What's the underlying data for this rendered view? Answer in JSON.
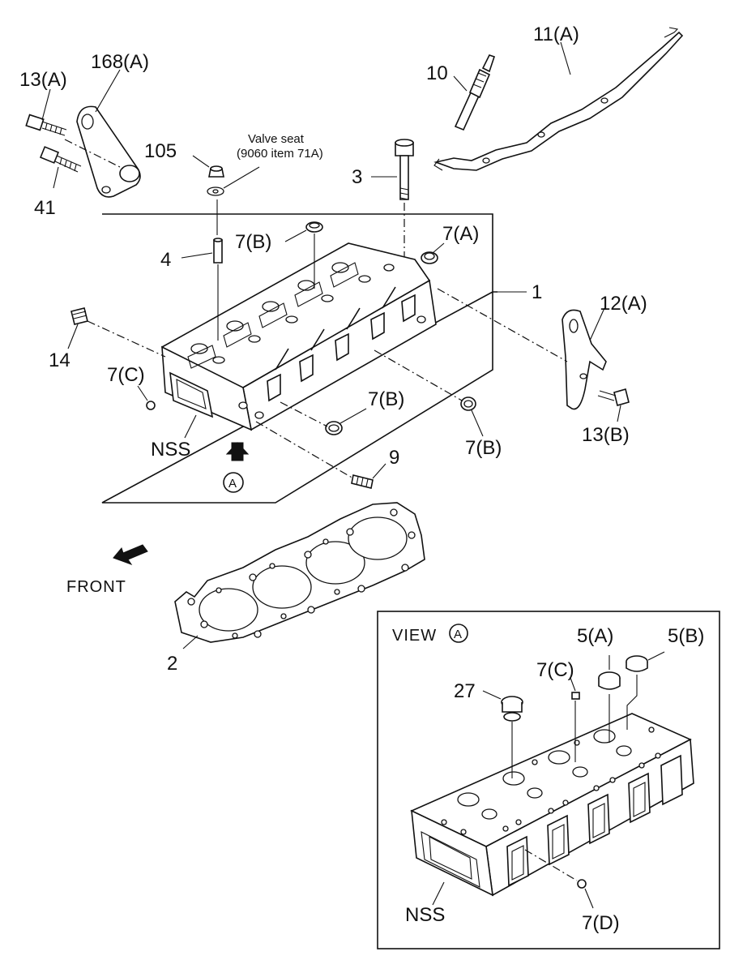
{
  "labels": {
    "p168a": "168(A)",
    "p13a": "13(A)",
    "p41": "41",
    "p105": "105",
    "valve_seat_1": "Valve seat",
    "valve_seat_2": "(9060 item 71A)",
    "p10": "10",
    "p11a": "11(A)",
    "p3": "3",
    "p7a": "7(A)",
    "p7b_top": "7(B)",
    "p4": "4",
    "p1": "1",
    "p12a": "12(A)",
    "p14": "14",
    "p7c_main": "7(C)",
    "p7b_mid": "7(B)",
    "p7b_right": "7(B)",
    "p13b": "13(B)",
    "nss_main": "NSS",
    "p9": "9",
    "view_marker_main": "A",
    "front": "FRONT",
    "p2": "2",
    "view_title": "VIEW",
    "view_title_marker": "A",
    "p5a": "5(A)",
    "p5b": "5(B)",
    "p27": "27",
    "p7c_view": "7(C)",
    "nss_view": "NSS",
    "p7d": "7(D)"
  },
  "icons": {
    "front_arrow": "arrow-left-down-icon",
    "view_arrow": "arrow-up-icon",
    "view_marker": "circled-letter-icon"
  }
}
